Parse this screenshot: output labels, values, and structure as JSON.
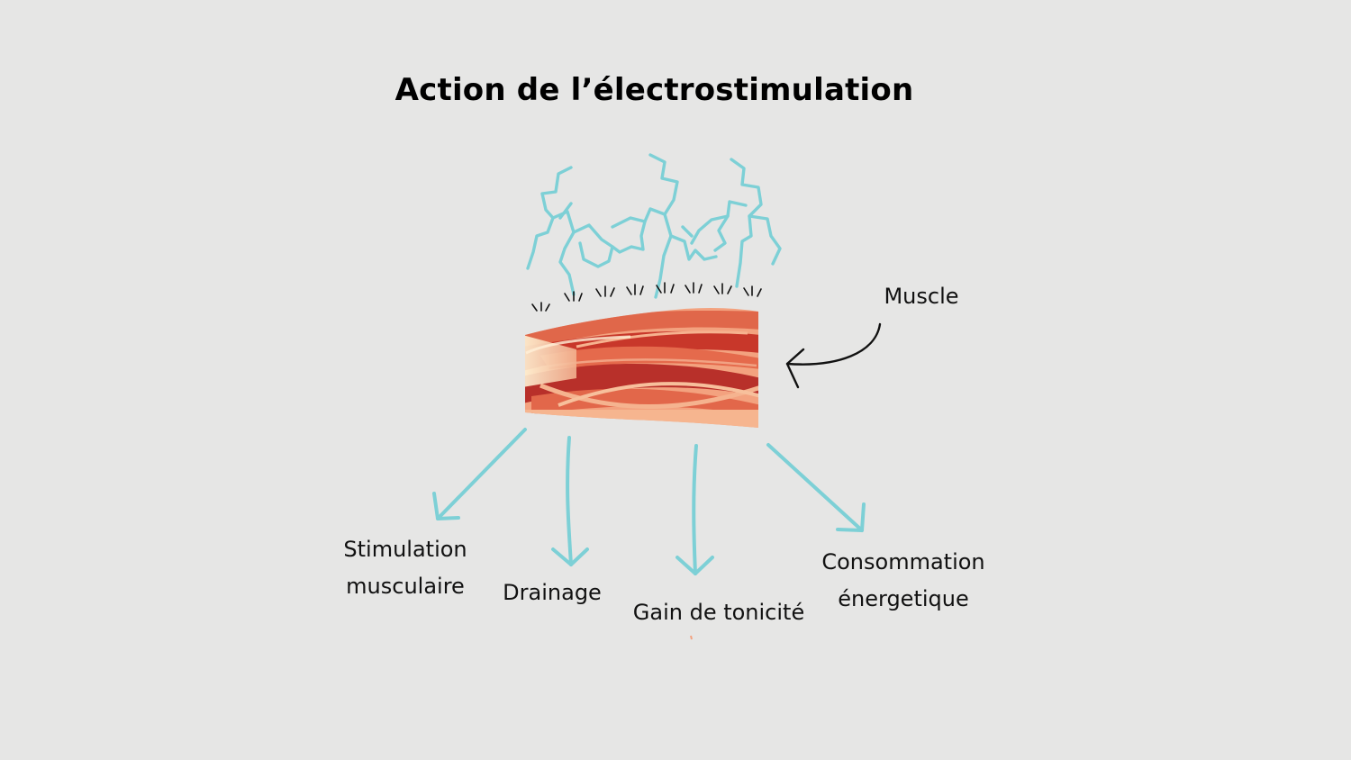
{
  "title": "Action de l’électrostimulation",
  "muscle_label": "Muscle",
  "effects": [
    {
      "line1": "Stimulation",
      "line2": "musculaire"
    },
    {
      "line1": "Drainage",
      "line2": ""
    },
    {
      "line1": "Gain de tonicité",
      "line2": ""
    },
    {
      "line1": "Consommation",
      "line2": "énergetique"
    }
  ],
  "icons": [
    "lightning-icon",
    "vibration-marks-icon",
    "muscle-fibers-icon",
    "curved-arrow-icon",
    "down-arrow-icon"
  ],
  "colors": {
    "background": "#e6e6e5",
    "lightning": "#7dd0d6",
    "arrows": "#7dd0d6",
    "muscle_dark": "#c0392b",
    "muscle_light": "#f6a884",
    "text": "#111111"
  }
}
